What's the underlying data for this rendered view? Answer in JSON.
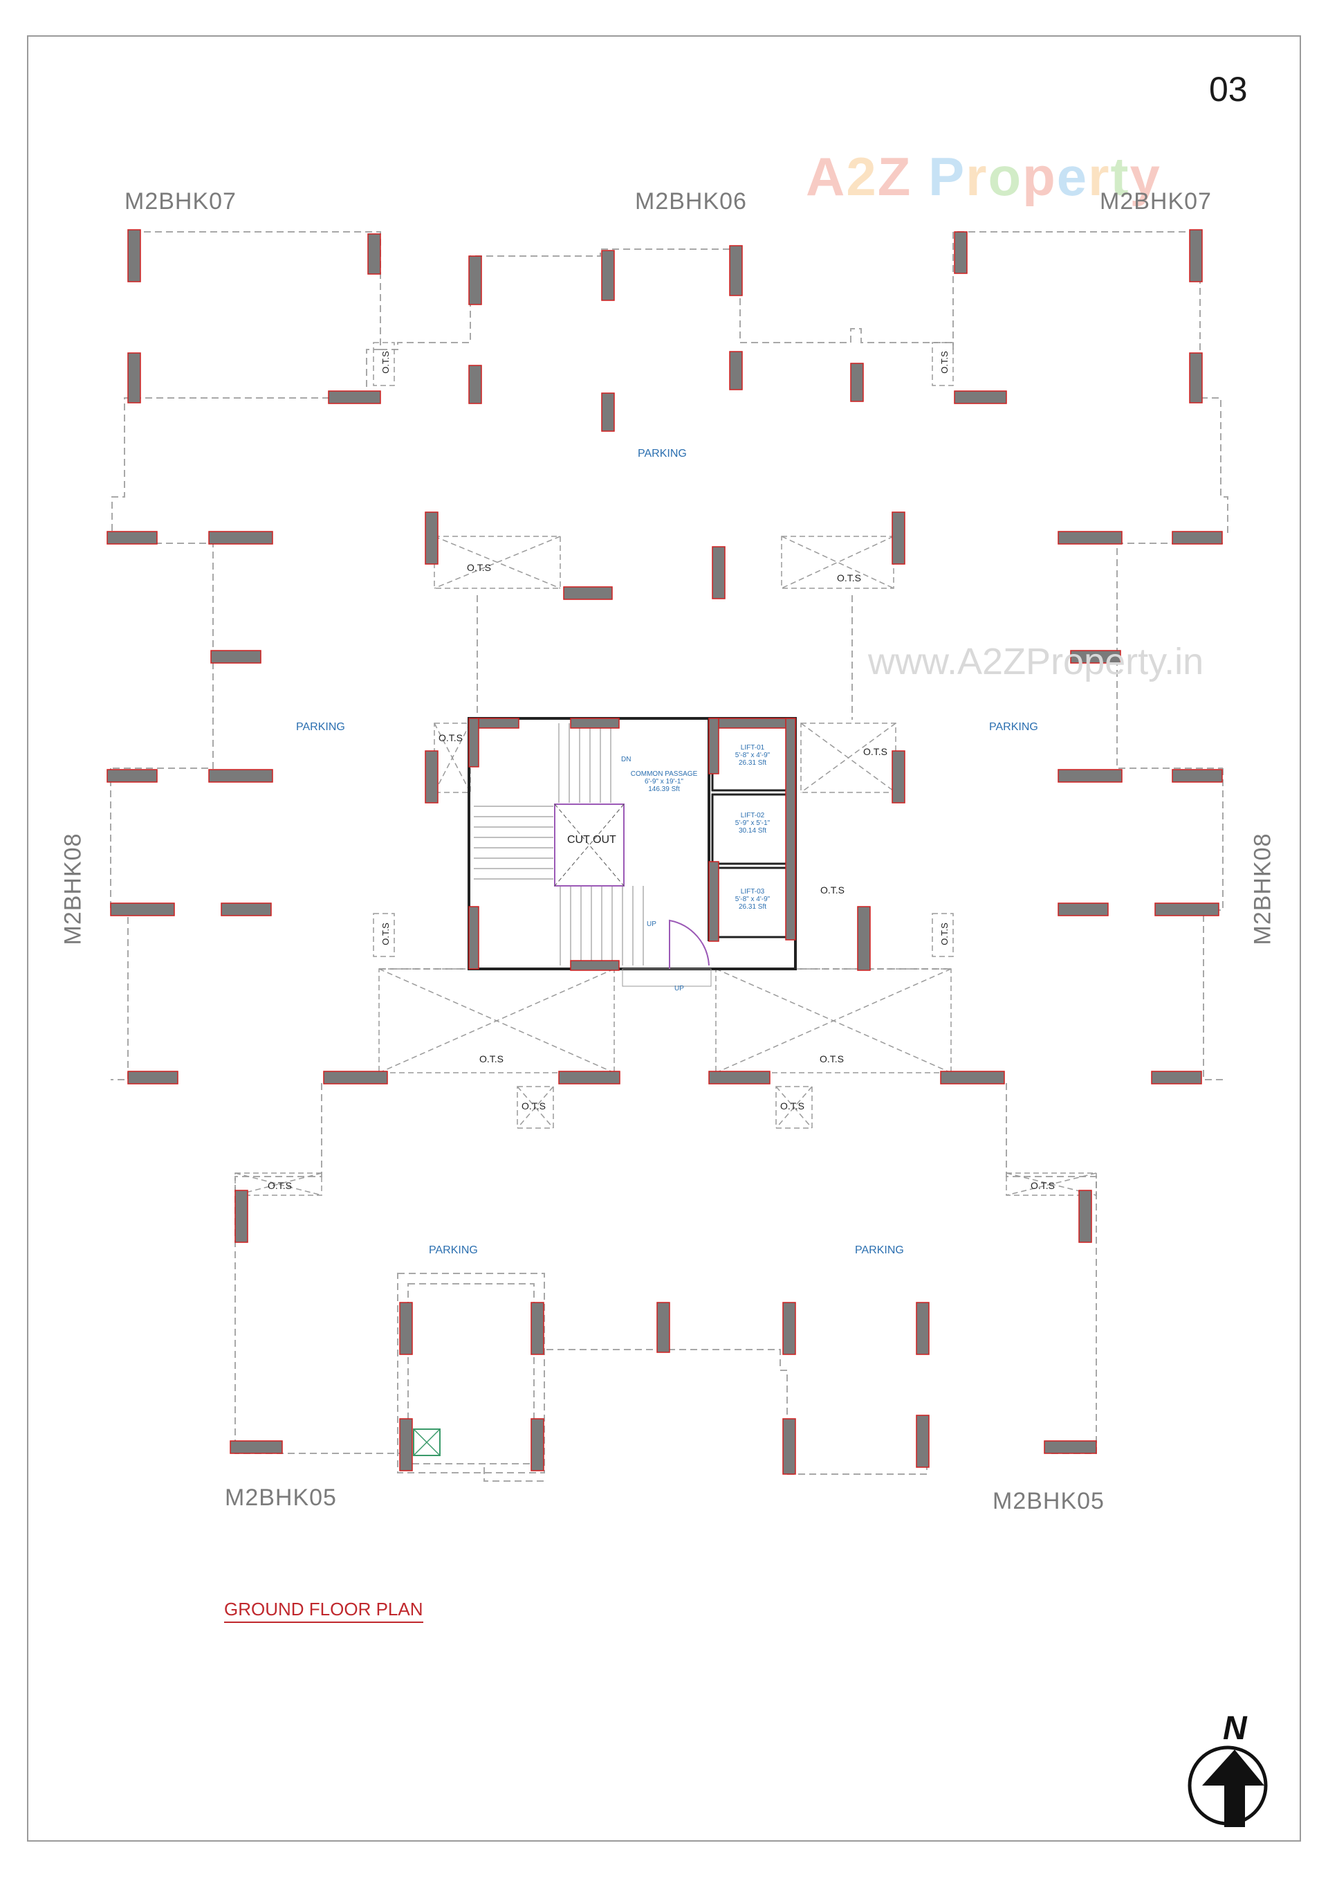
{
  "page_number": "03",
  "watermark": {
    "logo_text": "A2Z Property",
    "logo_letters": [
      {
        "ch": "A",
        "color": "#e8563f"
      },
      {
        "ch": "2",
        "color": "#f2a33a"
      },
      {
        "ch": "Z",
        "color": "#e8563f"
      },
      {
        "ch": " ",
        "color": "#ffffff"
      },
      {
        "ch": "P",
        "color": "#4aa3df"
      },
      {
        "ch": "r",
        "color": "#f2a33a"
      },
      {
        "ch": "o",
        "color": "#6cc24a"
      },
      {
        "ch": "p",
        "color": "#e8563f"
      },
      {
        "ch": "e",
        "color": "#4aa3df"
      },
      {
        "ch": "r",
        "color": "#f2a33a"
      },
      {
        "ch": "t",
        "color": "#6cc24a"
      },
      {
        "ch": "y",
        "color": "#e8563f"
      }
    ],
    "url": "www.A2ZProperty.in"
  },
  "units": {
    "top_left": "M2BHK07",
    "top_center": "M2BHK06",
    "top_right": "M2BHK07",
    "left": "M2BHK08",
    "right": "M2BHK08",
    "bottom_left": "M2BHK05",
    "bottom_right": "M2BHK05"
  },
  "parking": {
    "top": "PARKING",
    "left": "PARKING",
    "right": "PARKING",
    "bottom_left": "PARKING",
    "bottom_right": "PARKING"
  },
  "ots": {
    "label": "O.T.S"
  },
  "core": {
    "cut_out": "CUT OUT",
    "dn": "DN",
    "up": "UP",
    "common_passage": {
      "name": "COMMON PASSAGE",
      "dims": "6'-9\" x 19'-1\"",
      "area": "146.39 Sft"
    },
    "lifts": [
      {
        "name": "LIFT-01",
        "dims": "5'-8\" x 4'-9\"",
        "area": "26.31 Sft"
      },
      {
        "name": "LIFT-02",
        "dims": "5'-9\" x 5'-1\"",
        "area": "30.14 Sft"
      },
      {
        "name": "LIFT-03",
        "dims": "5'-8\" x 4'-9\"",
        "area": "26.31 Sft"
      }
    ]
  },
  "plan_title": "GROUND FLOOR PLAN",
  "north_label": "N",
  "colors": {
    "column_fill": "#7a7a7a",
    "column_outline": "#d02020",
    "dashed_line": "#9a9a9a",
    "core_wall": "#222222",
    "accent_blue": "#2b6fb0",
    "title_red": "#c0282d",
    "cutout_purple": "#9b59b6"
  }
}
